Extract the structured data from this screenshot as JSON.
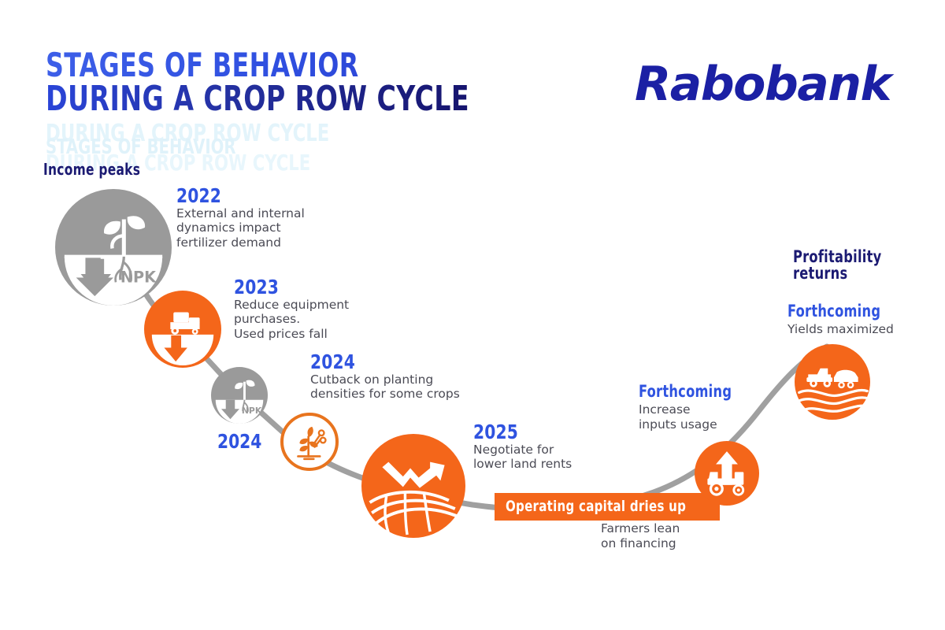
{
  "meta": {
    "colors": {
      "orange": "#f4661a",
      "orange_ring": "#e8741e",
      "grey": "#9a9a9a",
      "blue": "#2f53e0",
      "navy": "#1b1a72",
      "body_text": "#4b4b55",
      "logo_blue": "#1b20a4",
      "connector_grey": "#a0a0a0",
      "background": "#ffffff"
    }
  },
  "header": {
    "title_line_1": "Stages of behavior",
    "title_line_2": "During a crop row cycle",
    "logo": "Rabobank"
  },
  "axis_labels": {
    "income_peaks": "Income peaks",
    "profitability_returns": "Profitability\nreturns"
  },
  "ghost_echo": {
    "line_1": "During a crop row cycle",
    "line_2": "Stages of behavior",
    "line_3": "During a crop row cycle"
  },
  "banner": {
    "operating_capital": "Operating capital dries up",
    "operating_capital_note": "Farmers lean\non financing"
  },
  "stages": [
    {
      "id": "stage-2022",
      "year": "2022",
      "body": "External and internal\ndynamics impact\nfertilizer demand",
      "icon": "npk-fertilizer-down-arrow-icon",
      "icon_label": "NPK",
      "style": "solid-grey"
    },
    {
      "id": "stage-2023",
      "year": "2023",
      "body": "Reduce equipment\npurchases.\nUsed prices fall",
      "icon": "tractor-down-arrow-icon",
      "style": "solid-orange"
    },
    {
      "id": "stage-2024-npk",
      "year": "2024",
      "body": "",
      "icon": "npk-fertilizer-down-arrow-icon",
      "icon_label": "NPK",
      "style": "solid-grey"
    },
    {
      "id": "stage-2024-planting",
      "year": "2024",
      "body": "Cutback on planting\ndensities for some crops",
      "icon": "plant-pruning-shears-icon",
      "style": "ring-orange"
    },
    {
      "id": "stage-2025",
      "year": "2025",
      "body": "Negotiate for\nlower land rents",
      "icon": "falling-chart-field-icon",
      "style": "solid-orange"
    },
    {
      "id": "stage-forthcoming-inputs",
      "year": "Forthcoming",
      "body": "Increase\ninputs usage",
      "icon": "tractor-up-arrow-icon",
      "style": "solid-orange"
    },
    {
      "id": "stage-forthcoming-yields",
      "year": "Forthcoming",
      "body": "Yields maximized",
      "icon": "truck-trailer-field-icon",
      "style": "solid-orange"
    }
  ]
}
